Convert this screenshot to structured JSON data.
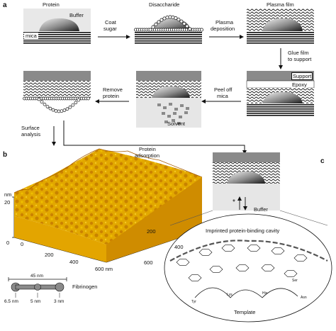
{
  "panels": {
    "a": "a",
    "b": "b",
    "c": "c"
  },
  "row1": {
    "protein": "Protein",
    "buffer": "Buffer",
    "mica": "mica",
    "coat_sugar": [
      "Coat",
      "sugar"
    ],
    "disaccharide": "Disaccharide",
    "plasma_deposition": [
      "Plasma",
      "deposition"
    ],
    "plasma_film": "Plasma film"
  },
  "row2": {
    "glue_film": [
      "Glue film",
      "to support"
    ],
    "support": "Support",
    "epoxy": "Epoxy",
    "peel_off": [
      "Peel off",
      "mica"
    ],
    "solvent": "Solvent",
    "remove_protein": [
      "Remove",
      "protein"
    ],
    "surface_analysis": [
      "Surface",
      "analysis"
    ],
    "protein_adsorption": [
      "Protein",
      "adsorption"
    ]
  },
  "afm": {
    "z_unit": "nm",
    "z_ticks": [
      "20",
      "0"
    ],
    "x_ticks": [
      "0",
      "200",
      "400",
      "600 nm"
    ],
    "y_ticks": [
      "200",
      "400",
      "600"
    ]
  },
  "fibrinogen": {
    "name": "Fibrinogen",
    "length": "45 nm",
    "d1": "6.5 nm",
    "d2": "5 nm",
    "d3": "3 nm"
  },
  "panel_c": {
    "buffer": "Buffer",
    "star": "*",
    "cavity_label": "Imprinted protein-binding cavity",
    "template": "Template",
    "residues": [
      "Tyr",
      "Lys",
      "His",
      "Ser",
      "Asn"
    ]
  },
  "colors": {
    "afm_high": "#f2c200",
    "afm_low": "#b25a00",
    "support": "#8a8a8a",
    "protein_dark": "#2a2a2a"
  }
}
